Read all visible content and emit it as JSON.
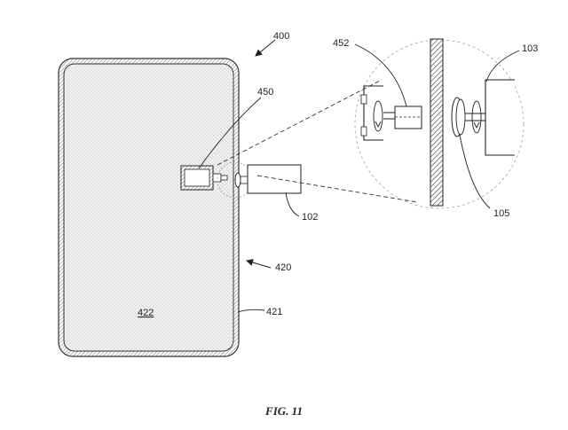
{
  "figure": {
    "caption": "FIG. 11",
    "labels": {
      "l400": "400",
      "l450": "450",
      "l452": "452",
      "l103": "103",
      "l102": "102",
      "l105": "105",
      "l420": "420",
      "l421": "421",
      "l422": "422"
    }
  }
}
